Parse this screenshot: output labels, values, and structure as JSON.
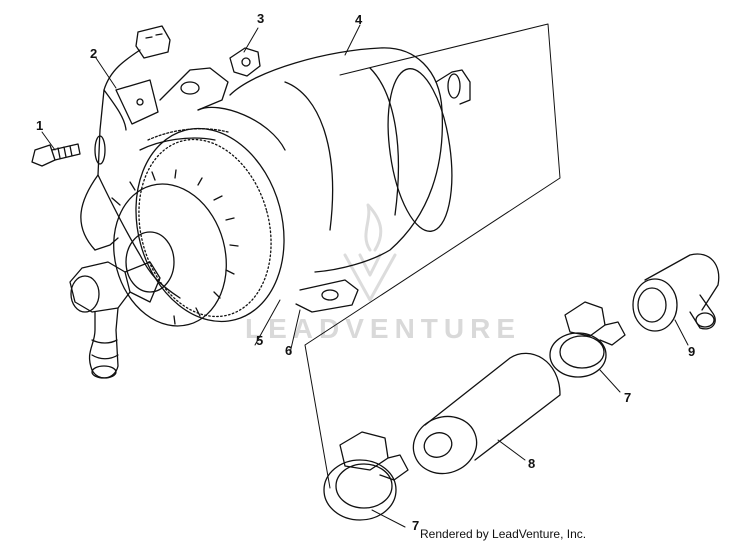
{
  "callouts": {
    "c1": "1",
    "c2": "2",
    "c3": "3",
    "c4": "4",
    "c5": "5",
    "c6": "6",
    "c7a": "7",
    "c7b": "7",
    "c8": "8",
    "c9": "9"
  },
  "watermark": {
    "text": "LEADVENTURE"
  },
  "credit": {
    "text": "Rendered by LeadVenture, Inc."
  },
  "colors": {
    "line": "#111111",
    "watermark": "#d9d9d9",
    "background": "#ffffff"
  }
}
